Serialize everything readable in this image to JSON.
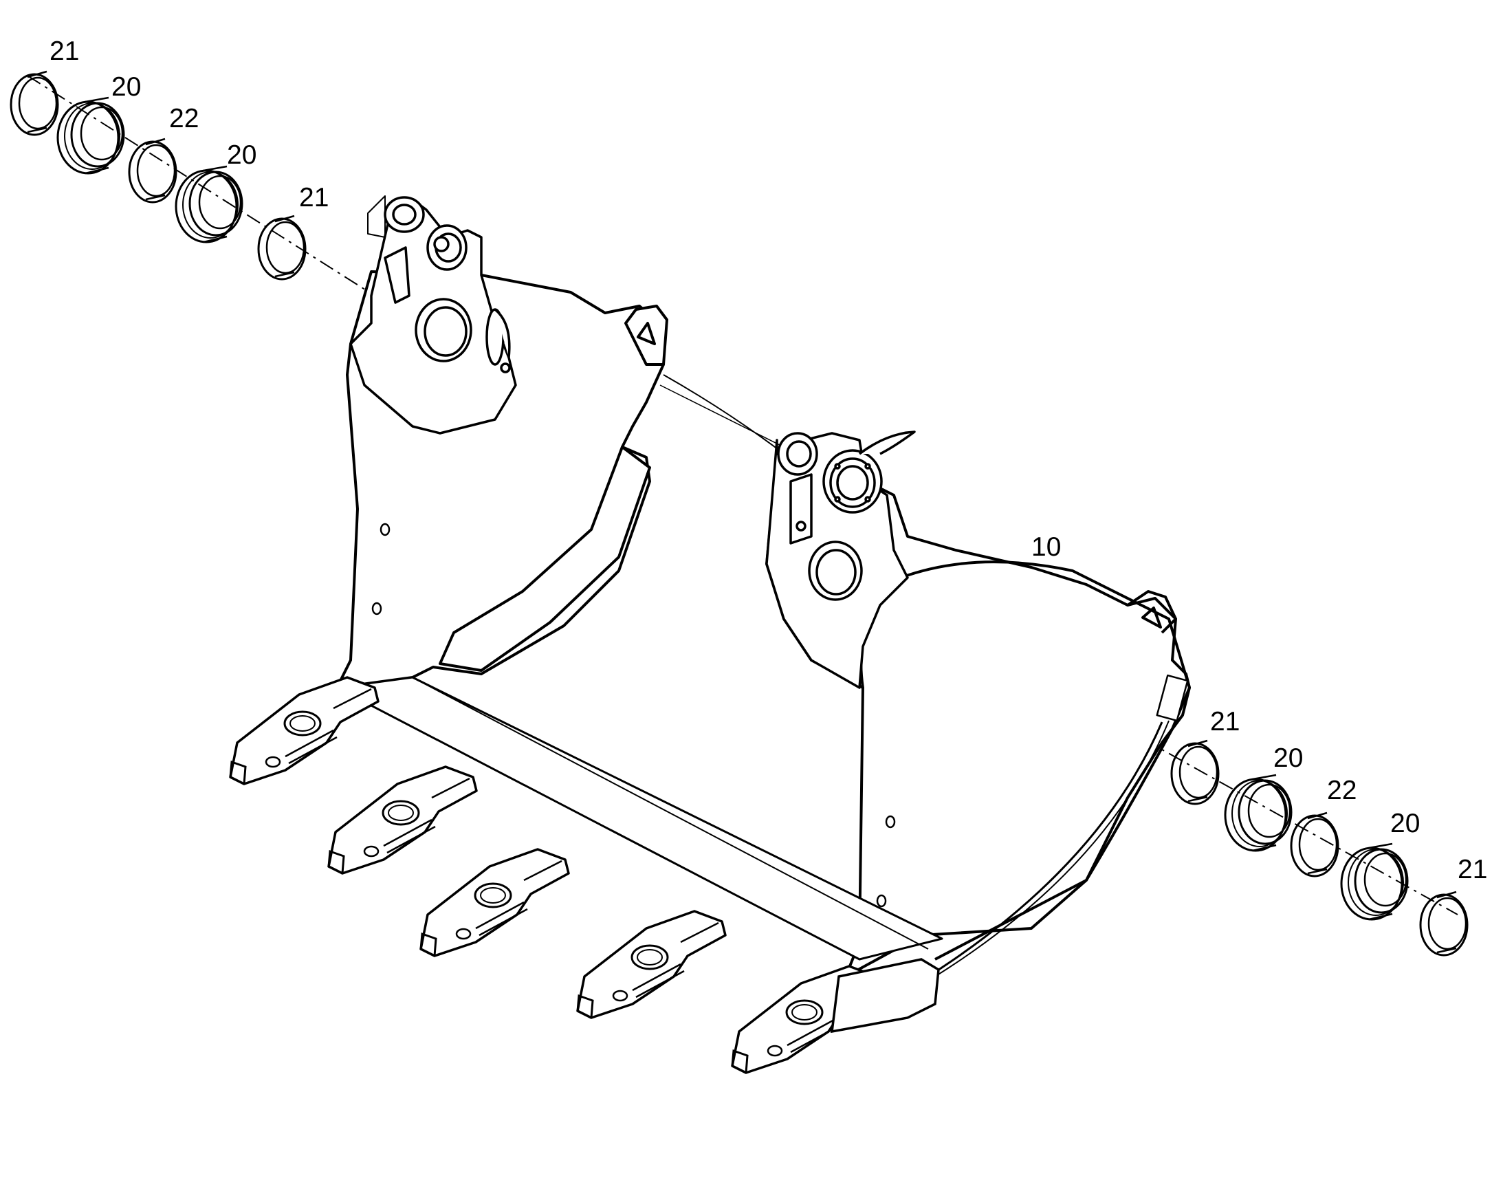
{
  "diagram": {
    "callouts": [
      {
        "id": "left-1",
        "label": "21"
      },
      {
        "id": "left-2",
        "label": "20"
      },
      {
        "id": "left-3",
        "label": "22"
      },
      {
        "id": "left-4",
        "label": "20"
      },
      {
        "id": "left-5",
        "label": "21"
      },
      {
        "id": "main",
        "label": "10"
      },
      {
        "id": "right-1",
        "label": "21"
      },
      {
        "id": "right-2",
        "label": "20"
      },
      {
        "id": "right-3",
        "label": "22"
      },
      {
        "id": "right-4",
        "label": "20"
      },
      {
        "id": "right-5",
        "label": "21"
      }
    ]
  }
}
